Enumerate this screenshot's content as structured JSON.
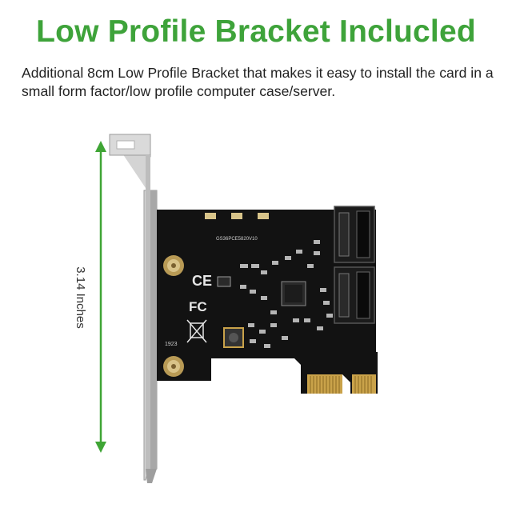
{
  "headline": "Low Profile Bracket Inclucled",
  "description": "Additional 8cm Low Profile Bracket that makes it easy to install the card in a small form factor/low profile computer case/server.",
  "dimension_label": "3.14 Inches",
  "board_silkscreen": {
    "part_number": "GS36PCE5820V10",
    "code": "1923",
    "ce_mark": "CE",
    "fcc_mark": "FC"
  },
  "colors": {
    "headline": "#3ea33a",
    "arrow": "#3fa535",
    "pcb": "#121212",
    "bracket": "#c9c9c9",
    "gold_contacts": "#c9a24a"
  }
}
